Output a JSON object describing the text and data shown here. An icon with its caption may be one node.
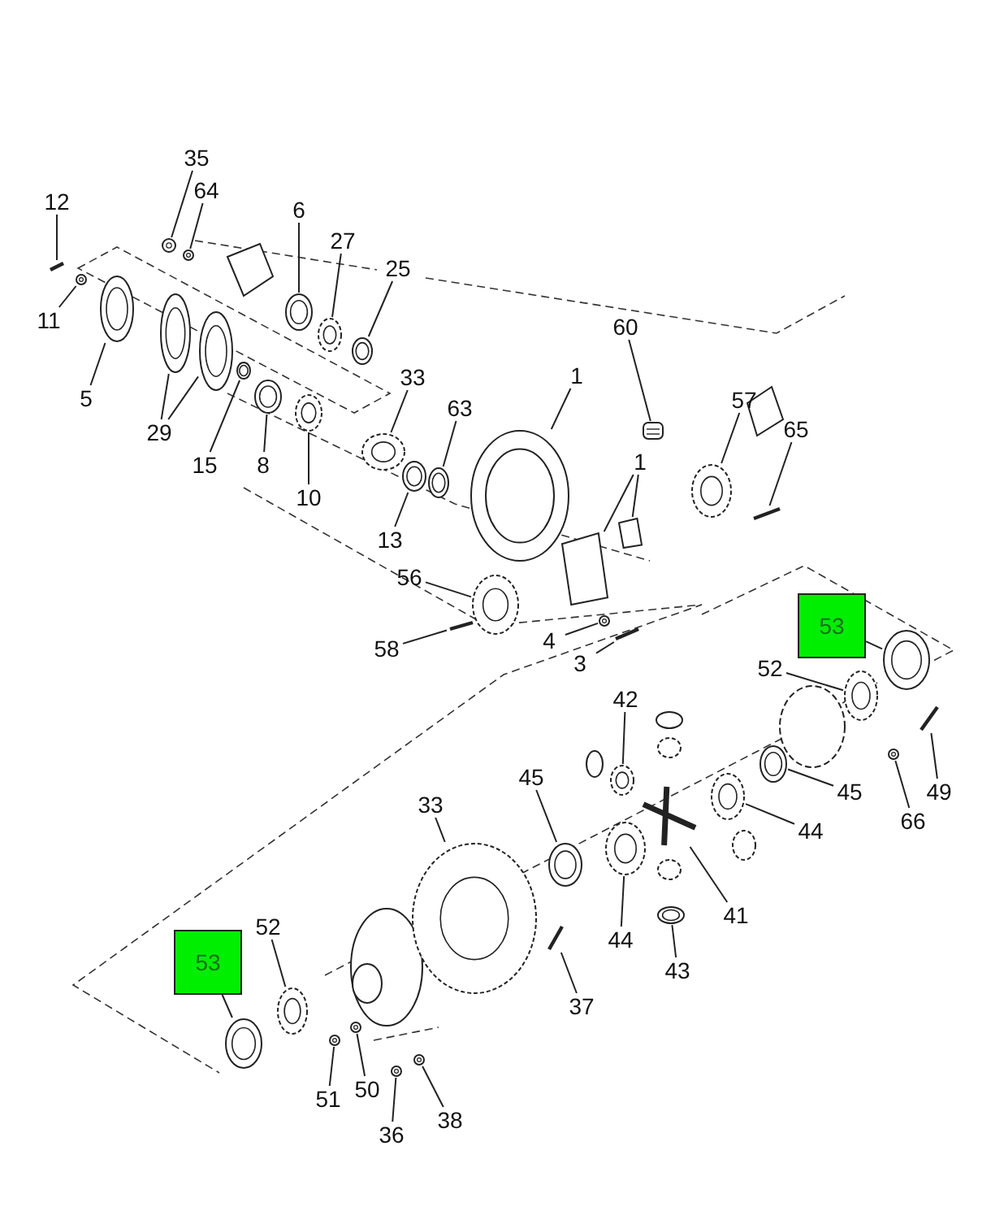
{
  "diagram": {
    "nodes": [
      {
        "text": [
          "35"
        ]
      },
      {
        "text": [
          "64"
        ]
      },
      {
        "text": [
          "12"
        ]
      },
      {
        "text": [
          "6"
        ]
      },
      {
        "text": [
          "27"
        ]
      },
      {
        "text": [
          "25"
        ]
      },
      {
        "text": [
          "11"
        ]
      },
      {
        "text": [
          "60"
        ]
      },
      {
        "text": [
          "1"
        ]
      },
      {
        "text": [
          "33"
        ]
      },
      {
        "text": [
          "5"
        ]
      },
      {
        "text": [
          "29"
        ]
      },
      {
        "text": [
          "63"
        ]
      },
      {
        "text": [
          "57"
        ]
      },
      {
        "text": [
          "65"
        ]
      },
      {
        "text": [
          "15"
        ]
      },
      {
        "text": [
          "8"
        ]
      },
      {
        "text": [
          "1"
        ]
      },
      {
        "text": [
          "10"
        ]
      },
      {
        "text": [
          "13"
        ]
      },
      {
        "text": [
          "56"
        ]
      },
      {
        "text": [
          "4"
        ]
      },
      {
        "text": [
          "58"
        ]
      },
      {
        "text": [
          "53"
        ]
      },
      {
        "text": [
          "52"
        ]
      },
      {
        "text": [
          "3"
        ]
      },
      {
        "text": [
          "42"
        ]
      },
      {
        "text": [
          "45"
        ]
      },
      {
        "text": [
          "49"
        ]
      },
      {
        "text": [
          "33"
        ]
      },
      {
        "text": [
          "45"
        ]
      },
      {
        "text": [
          "44"
        ]
      },
      {
        "text": [
          "66"
        ]
      },
      {
        "text": [
          "41"
        ]
      },
      {
        "text": [
          "52"
        ]
      },
      {
        "text": [
          "53"
        ]
      },
      {
        "text": [
          "44"
        ]
      },
      {
        "text": [
          "37"
        ]
      },
      {
        "text": [
          "43"
        ]
      },
      {
        "text": [
          "51"
        ]
      },
      {
        "text": [
          "50"
        ]
      },
      {
        "text": [
          "38"
        ]
      },
      {
        "text": [
          "36"
        ]
      },
      {
        "text": [],
        "shape": "picture"
      },
      {
        "text": [],
        "shape": "picture"
      },
      {
        "text": [],
        "shape": "picture"
      },
      {
        "text": [],
        "shape": "picture"
      },
      {
        "text": [],
        "shape": "picture"
      },
      {
        "text": [],
        "shape": "picture"
      },
      {
        "text": [],
        "shape": "picture"
      },
      {
        "text": [],
        "shape": "picture"
      },
      {
        "text": [],
        "shape": "picture"
      },
      {
        "text": [],
        "shape": "picture"
      },
      {
        "text": [],
        "shape": "picture"
      },
      {
        "text": [],
        "shape": "picture"
      },
      {
        "text": [],
        "shape": "picture"
      },
      {
        "text": [],
        "shape": "picture"
      },
      {
        "text": [],
        "shape": "picture"
      },
      {
        "text": [],
        "shape": "picture"
      },
      {
        "text": [],
        "shape": "picture"
      },
      {
        "text": [],
        "shape": "picture"
      },
      {
        "text": [],
        "shape": "picture"
      },
      {
        "text": [],
        "shape": "picture"
      },
      {
        "text": [],
        "shape": "picture"
      },
      {
        "text": [],
        "shape": "picture"
      },
      {
        "text": [],
        "shape": "picture"
      },
      {
        "text": [],
        "shape": "picture"
      },
      {
        "text": [],
        "shape": "picture"
      },
      {
        "text": [],
        "shape": "picture"
      },
      {
        "text": [],
        "shape": "picture"
      },
      {
        "text": [],
        "shape": "picture"
      },
      {
        "text": [],
        "shape": "picture"
      },
      {
        "text": [],
        "shape": "picture"
      },
      {
        "text": [],
        "shape": "picture"
      },
      {
        "text": [],
        "shape": "picture"
      },
      {
        "text": [],
        "shape": "picture"
      },
      {
        "text": [],
        "shape": "picture"
      },
      {
        "text": [],
        "shape": "picture"
      },
      {
        "text": [],
        "shape": "picture"
      },
      {
        "text": [],
        "shape": "picture"
      },
      {
        "text": [],
        "shape": "picture"
      },
      {
        "text": [],
        "shape": "picture"
      },
      {
        "text": [],
        "shape": "picture"
      },
      {
        "text": [],
        "shape": "picture"
      },
      {
        "text": [],
        "shape": "picture"
      },
      {
        "text": [],
        "shape": "picture"
      },
      {
        "text": [],
        "shape": "picture"
      },
      {
        "text": [],
        "shape": "picture"
      }
    ],
    "edges": [
      {
        "from": 0,
        "to": 43,
        "arrow": "none"
      },
      {
        "from": 1,
        "to": 44,
        "arrow": "none"
      },
      {
        "from": 2,
        "to": 45,
        "arrow": "none"
      },
      {
        "from": 3,
        "to": 46,
        "arrow": "none"
      },
      {
        "from": 4,
        "to": 47,
        "arrow": "none"
      },
      {
        "from": 5,
        "to": 48,
        "arrow": "none"
      },
      {
        "from": 6,
        "to": 49,
        "arrow": "none"
      },
      {
        "from": 7,
        "to": 50,
        "arrow": "none"
      },
      {
        "from": 8,
        "to": 51,
        "arrow": "none"
      },
      {
        "from": 9,
        "to": 52,
        "arrow": "none"
      },
      {
        "from": 10,
        "to": 53,
        "arrow": "none"
      },
      {
        "from": 11,
        "to": 54,
        "arrow": "none"
      },
      {
        "from": 11,
        "to": 55,
        "arrow": "none"
      },
      {
        "from": 12,
        "to": 56,
        "arrow": "none"
      },
      {
        "from": 13,
        "to": 57,
        "arrow": "none"
      },
      {
        "from": 14,
        "to": 58,
        "arrow": "none"
      },
      {
        "from": 15,
        "to": 59,
        "arrow": "none"
      },
      {
        "from": 16,
        "to": 60,
        "arrow": "none"
      },
      {
        "from": 17,
        "to": 61,
        "arrow": "none"
      },
      {
        "from": 17,
        "to": 62,
        "arrow": "none"
      },
      {
        "from": 18,
        "to": 63,
        "arrow": "none"
      },
      {
        "from": 19,
        "to": 64,
        "arrow": "none"
      },
      {
        "from": 20,
        "to": 65,
        "arrow": "none"
      },
      {
        "from": 21,
        "to": 66,
        "arrow": "none"
      },
      {
        "from": 22,
        "to": 67,
        "arrow": "none"
      },
      {
        "from": 23,
        "to": 68,
        "arrow": "none"
      },
      {
        "from": 24,
        "to": 69,
        "arrow": "none"
      },
      {
        "from": 25,
        "to": 70,
        "arrow": "none"
      },
      {
        "from": 26,
        "to": 71,
        "arrow": "none"
      },
      {
        "from": 27,
        "to": 72,
        "arrow": "none"
      },
      {
        "from": 28,
        "to": 73,
        "arrow": "none"
      },
      {
        "from": 29,
        "to": 74,
        "arrow": "none"
      },
      {
        "from": 30,
        "to": 75,
        "arrow": "none"
      },
      {
        "from": 31,
        "to": 76,
        "arrow": "none"
      },
      {
        "from": 32,
        "to": 77,
        "arrow": "none"
      },
      {
        "from": 33,
        "to": 78,
        "arrow": "none"
      },
      {
        "from": 34,
        "to": 79,
        "arrow": "none"
      },
      {
        "from": 35,
        "to": 80,
        "arrow": "none"
      },
      {
        "from": 36,
        "to": 81,
        "arrow": "none"
      },
      {
        "from": 37,
        "to": 82,
        "arrow": "none"
      },
      {
        "from": 38,
        "to": 83,
        "arrow": "none"
      },
      {
        "from": 39,
        "to": 84,
        "arrow": "none"
      },
      {
        "from": 40,
        "to": 85,
        "arrow": "none"
      },
      {
        "from": 41,
        "to": 86,
        "arrow": "none"
      },
      {
        "from": 42,
        "to": 87,
        "arrow": "none"
      }
    ]
  }
}
